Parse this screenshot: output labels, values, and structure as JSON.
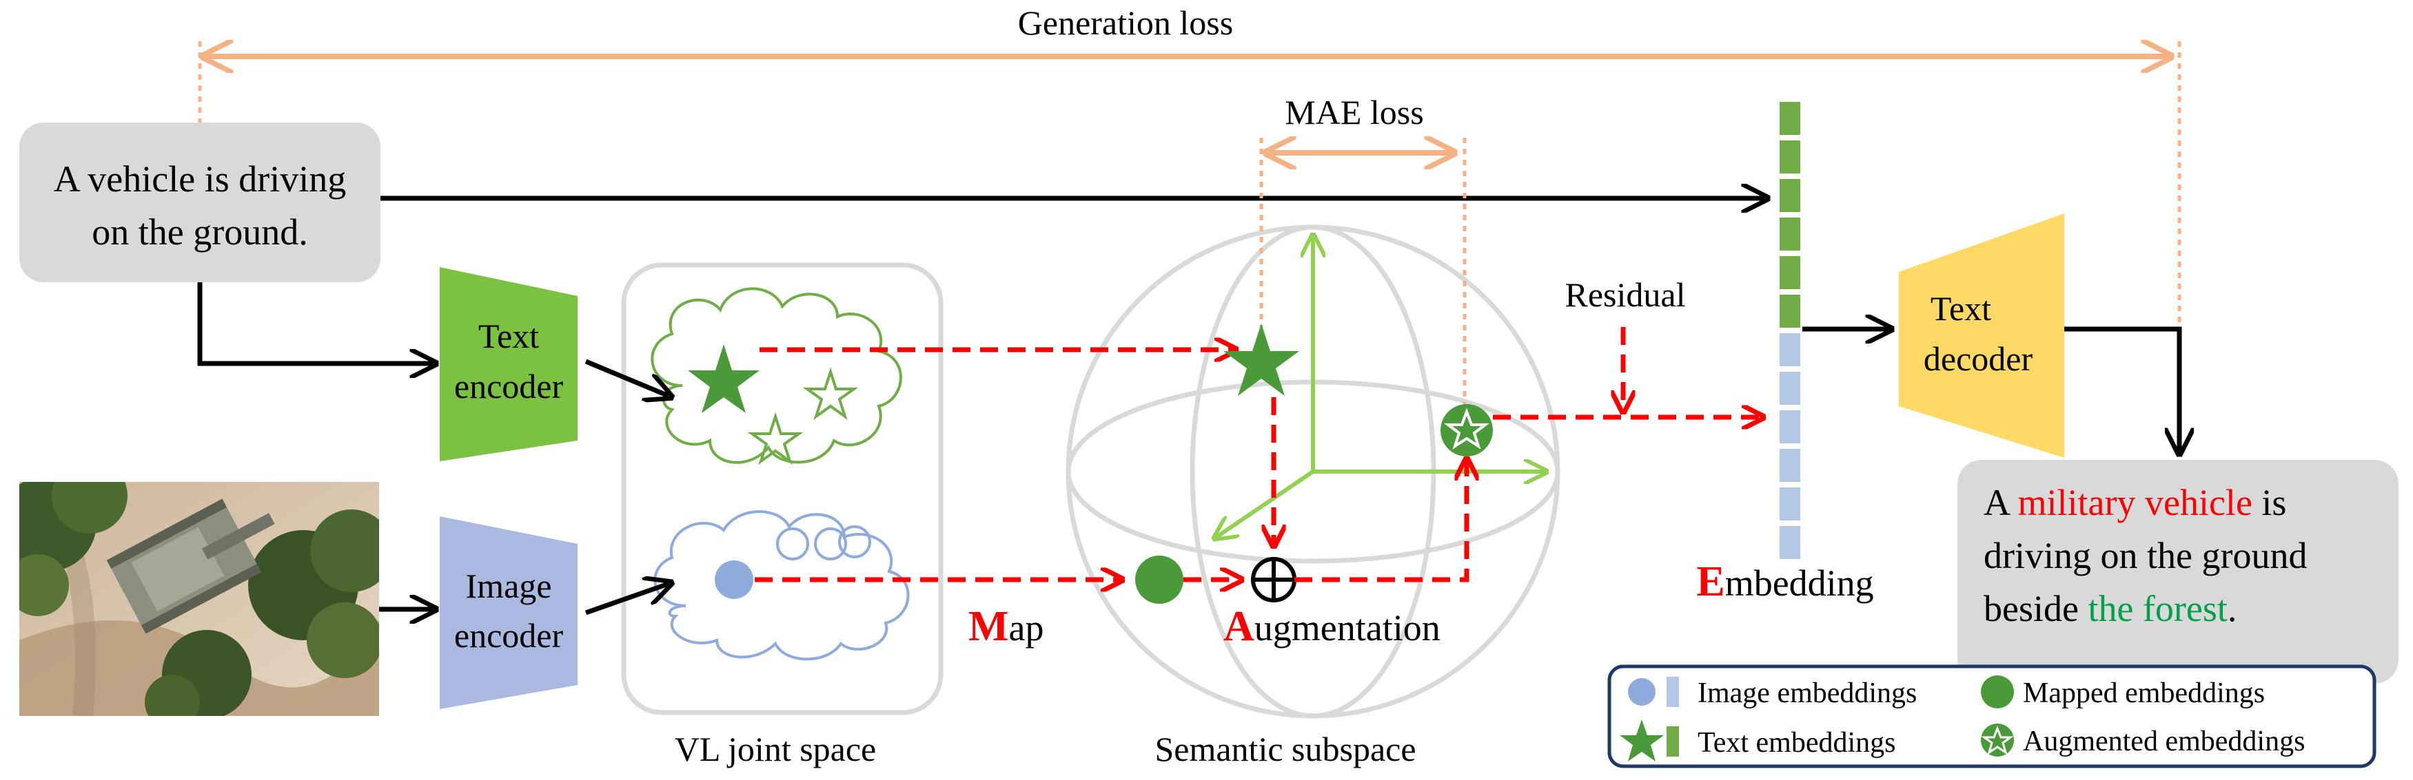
{
  "labels": {
    "generation_loss": "Generation loss",
    "mae_loss": "MAE loss",
    "residual": "Residual",
    "vl_joint_space": "VL joint space",
    "semantic_subspace": "Semantic subspace",
    "map_initial": "M",
    "map_rest": "ap",
    "aug_initial": "A",
    "aug_rest": "ugmentation",
    "emb_initial": "E",
    "emb_rest": "mbedding"
  },
  "input_caption": {
    "line1": "A vehicle is driving",
    "line2": "on the ground."
  },
  "text_encoder": {
    "line1": "Text",
    "line2": "encoder"
  },
  "image_encoder": {
    "line1": "Image",
    "line2": "encoder"
  },
  "text_decoder": {
    "line1": "Text",
    "line2": "decoder"
  },
  "output_caption": {
    "line1_a": "A ",
    "line1_b": "military vehicle",
    "line1_c": " is",
    "line2": "driving  on the ground",
    "line3_a": "beside ",
    "line3_b": "the forest",
    "line3_c": "."
  },
  "legend": {
    "image_embeddings": "Image embeddings",
    "mapped_embeddings": "Mapped embeddings",
    "text_embeddings": "Text embeddings",
    "augmented_embeddings": "Augmented embeddings"
  },
  "colors": {
    "text_green": "#7cc242",
    "star_green": "#4a9a3a",
    "image_blue": "#a9b9e0",
    "dot_blue": "#8faadc",
    "decoder_yellow": "#ffd966",
    "loss_orange": "#f4b183",
    "red": "#ff0000",
    "caption_gray": "#d9d9d9",
    "forest_green": "#00a14b"
  }
}
